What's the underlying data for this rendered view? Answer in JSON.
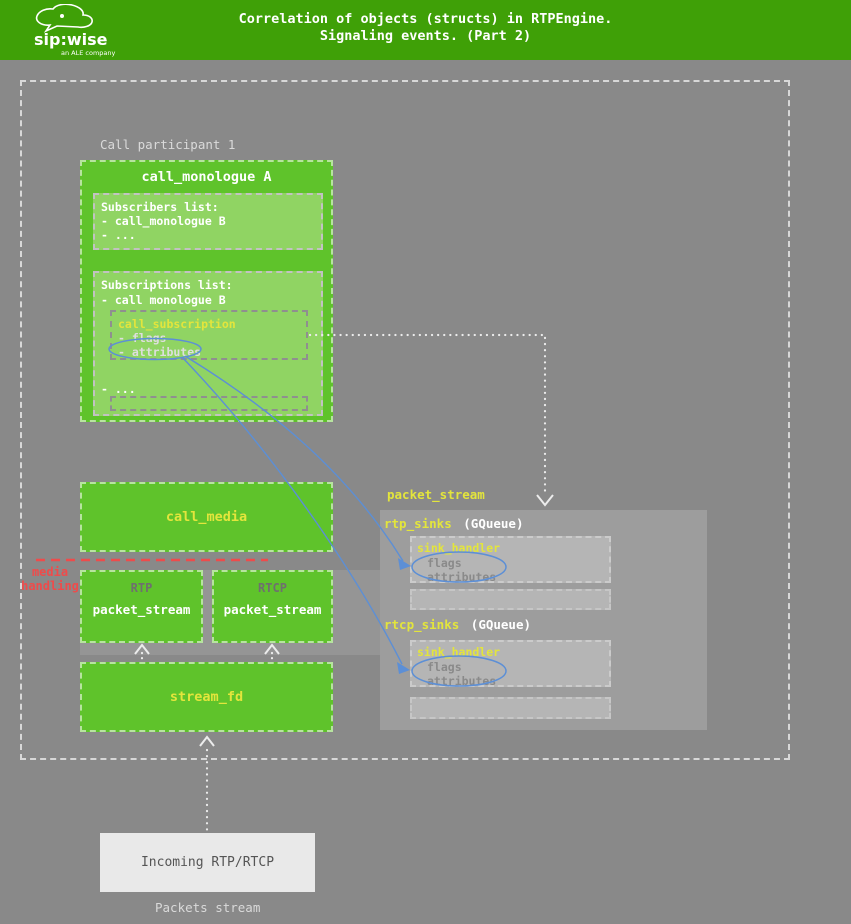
{
  "header": {
    "title_line1": "Correlation of objects (structs) in RTPEngine.",
    "title_line2": "Signaling events. (Part 2)",
    "logo": {
      "name": "sip:wise",
      "tagline": "an ALE company"
    }
  },
  "diagram": {
    "call_participant_label": "Call participant 1",
    "call_monologue": {
      "title": "call_monologue A",
      "subscribers_title": "Subscribers list:",
      "subscribers_items": [
        "- call_monologue B",
        "- ..."
      ],
      "subscriptions_title": "Subscriptions list:",
      "subscriptions_item": "- call monologue B",
      "call_subscription": {
        "title": "call_subscription",
        "flags": "- flags",
        "attributes": "- attributes"
      },
      "subscriptions_more": "- ..."
    },
    "call_media_title": "call_media",
    "media_handling_label": "media handling",
    "rtp_stream": {
      "tag": "RTP",
      "title": "packet_stream"
    },
    "rtcp_stream": {
      "tag": "RTCP",
      "title": "packet_stream"
    },
    "stream_fd_title": "stream_fd",
    "packet_stream_panel": {
      "label": "packet_stream",
      "rtp_sinks_name": "rtp_sinks",
      "rtp_sinks_type": "(GQueue)",
      "rtcp_sinks_name": "rtcp_sinks",
      "rtcp_sinks_type": "(GQueue)",
      "rtp_sink_handler": {
        "title": "sink_handler",
        "flags": "flags",
        "attributes": "attributes"
      },
      "rtcp_sink_handler": {
        "title": "sink_handler",
        "flags": "flags",
        "attributes": "attributes"
      }
    },
    "incoming_label": "Incoming RTP/RTCP",
    "packets_stream_label": "Packets stream"
  },
  "colors": {
    "header_green": "#3fa007",
    "background_gray": "#898989",
    "box_green": "#5fc32b",
    "box_green_light": "#90d463",
    "panel_gray": "#9d9d9d",
    "panel_gray_light": "#b5b5b5",
    "accent_yellow": "#e3e53c",
    "accent_red": "#ef4b4b",
    "accent_blue": "#5c8fd6",
    "incoming_box": "#e9e9e9"
  }
}
